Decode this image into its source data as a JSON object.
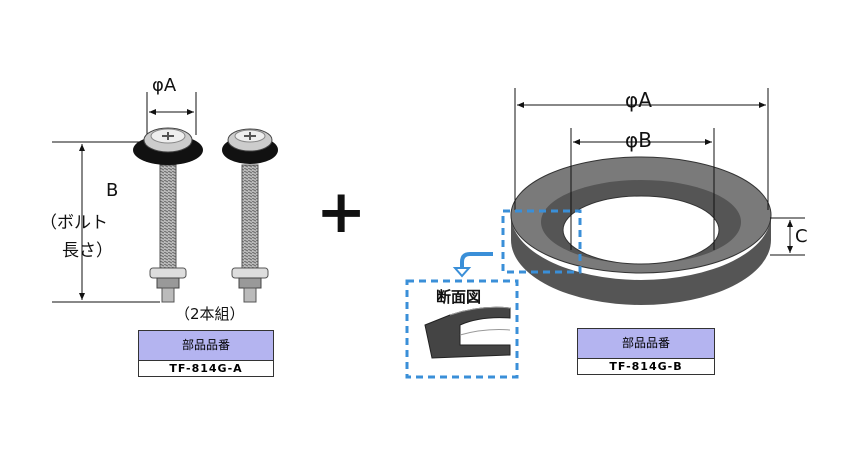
{
  "bolt": {
    "dim_a": "φA",
    "dim_b": "B",
    "dim_b_note_1": "（ボルト",
    "dim_b_note_2": "長さ）",
    "quantity_note": "（2本組）",
    "table": {
      "header": "部品品番",
      "value": "TF-814G-A"
    }
  },
  "plus": "+",
  "gasket": {
    "dim_a": "φA",
    "dim_b": "φB",
    "dim_c": "C",
    "section_label": "断面図",
    "table": {
      "header": "部品品番",
      "value": "TF-814G-B"
    }
  },
  "colors": {
    "dashed_box": "#3a8fd8",
    "table_header": "#b4b4f0"
  }
}
